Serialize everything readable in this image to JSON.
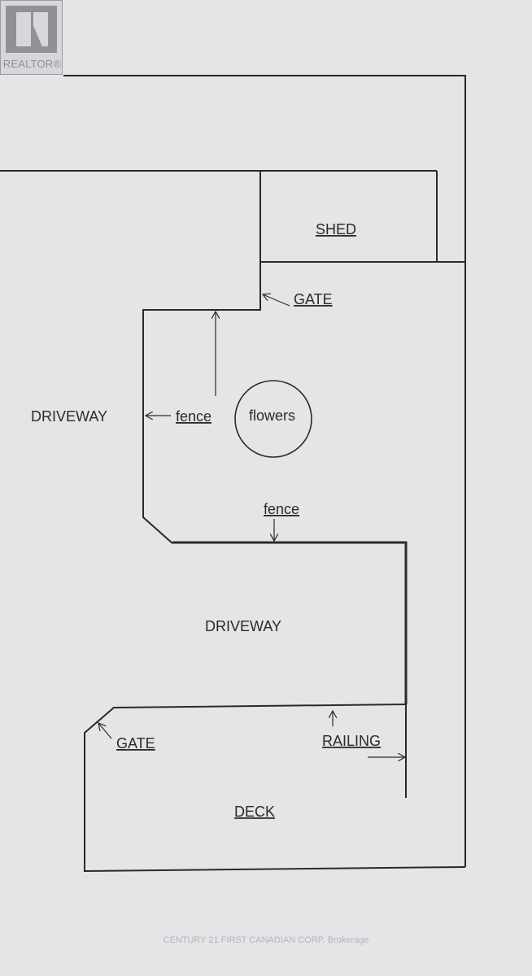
{
  "logo": {
    "text": "REALTOR®"
  },
  "labels": {
    "shed": "SHED",
    "gate_top": "GATE",
    "driveway_left": "DRIVEWAY",
    "fence_left": "fence",
    "flowers": "flowers",
    "fence_middle": "fence",
    "driveway_middle": "DRIVEWAY",
    "gate_bottom": "GATE",
    "railing": "RAILING",
    "deck": "DECK"
  },
  "watermark": "CENTURY 21 FIRST CANADIAN CORP. Brokerage",
  "colors": {
    "background": "#e4e5e7",
    "ink": "#2a2a2a",
    "logo": "#8f9196"
  }
}
